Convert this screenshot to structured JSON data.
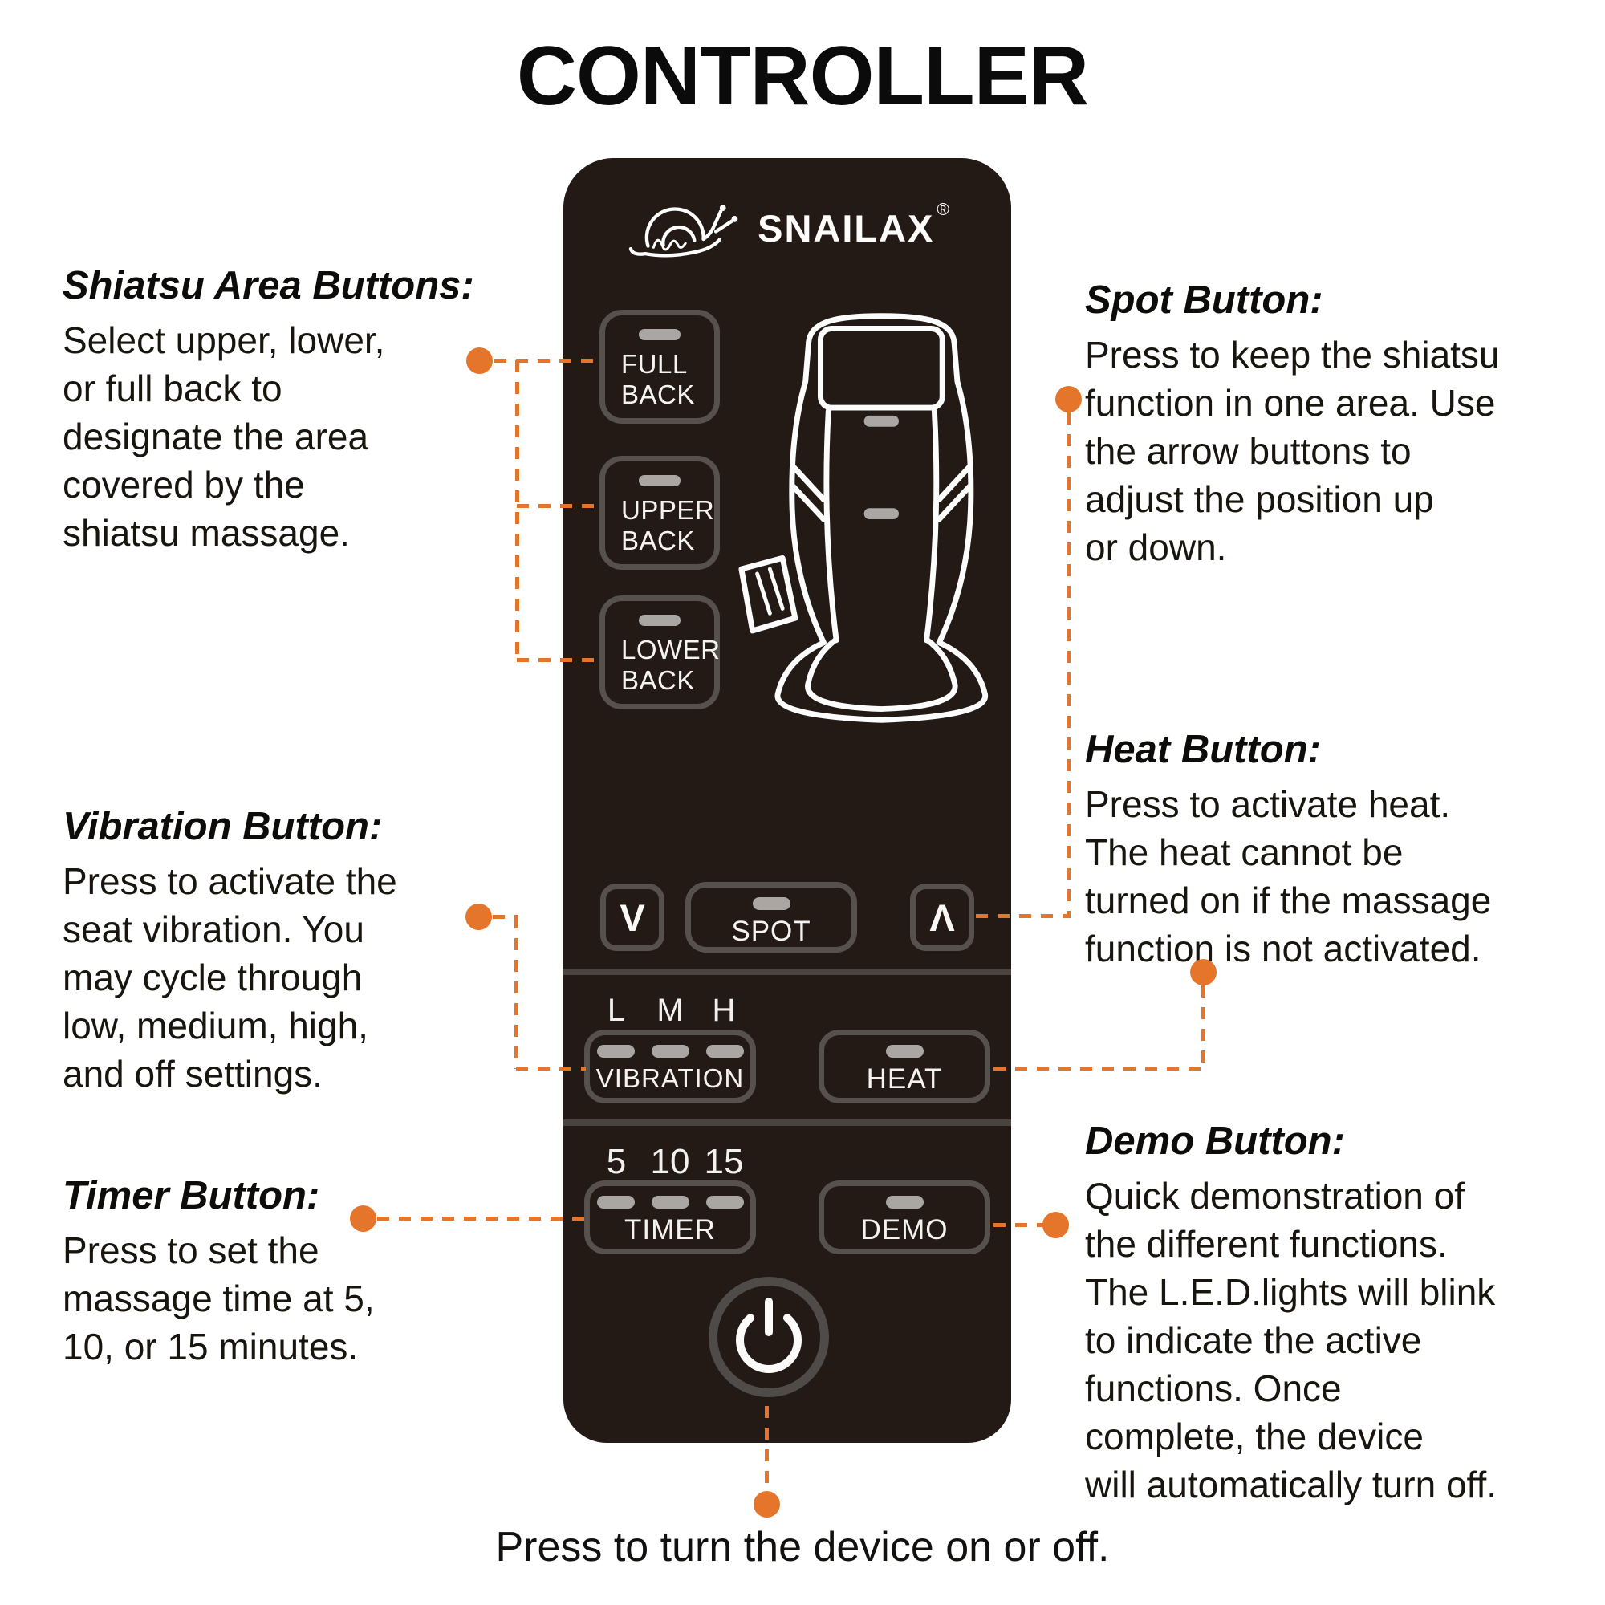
{
  "title": "CONTROLLER",
  "brand": {
    "name": "SNAILAX",
    "registered": "®"
  },
  "icons": {
    "logo": "snail-line-art-icon",
    "chair": "massage-seat-outline-icon",
    "power": "power-symbol-icon"
  },
  "controller": {
    "area_buttons": [
      {
        "id": "full-back",
        "label": "FULL\nBACK"
      },
      {
        "id": "upper-back",
        "label": "UPPER\nBACK"
      },
      {
        "id": "lower-back",
        "label": "LOWER\nBACK"
      }
    ],
    "spot_row": {
      "down_glyph": "V",
      "spot_label": "SPOT",
      "up_glyph": "Λ"
    },
    "vibration": {
      "levels": [
        "L",
        "M",
        "H"
      ],
      "label": "VIBRATION"
    },
    "heat": {
      "label": "HEAT"
    },
    "timer": {
      "times": [
        "5",
        "10",
        "15"
      ],
      "label": "TIMER"
    },
    "demo": {
      "label": "DEMO"
    }
  },
  "annotations": {
    "shiatsu": {
      "heading": "Shiatsu Area Buttons:",
      "body": "Select upper, lower,\nor full back to\ndesignate the area\ncovered by the\nshiatsu massage."
    },
    "spot": {
      "heading": "Spot Button:",
      "body": "Press to keep the shiatsu\nfunction in one area. Use\nthe arrow buttons to\nadjust the position up\nor down."
    },
    "vibration": {
      "heading": "Vibration Button:",
      "body": "Press to activate the\nseat vibration. You\nmay cycle through\nlow, medium, high,\nand off settings."
    },
    "heat": {
      "heading": "Heat Button:",
      "body": "Press to activate heat.\nThe heat cannot be\nturned on if the massage\nfunction is not activated."
    },
    "timer": {
      "heading": "Timer Button:",
      "body": "Press to set the\nmassage time at 5,\n10, or 15 minutes."
    },
    "demo": {
      "heading": "Demo Button:",
      "body": "Quick demonstration of\nthe different functions.\nThe L.E.D.lights will blink\nto indicate the active\nfunctions. Once\ncomplete, the device\nwill automatically turn off."
    }
  },
  "footer": {
    "text": "Press to turn the device on or off."
  },
  "colors": {
    "accent_orange": "#e5752b",
    "controller_body": "#241a15",
    "button_border": "#57514d",
    "led_gray": "#a9a6a3"
  }
}
